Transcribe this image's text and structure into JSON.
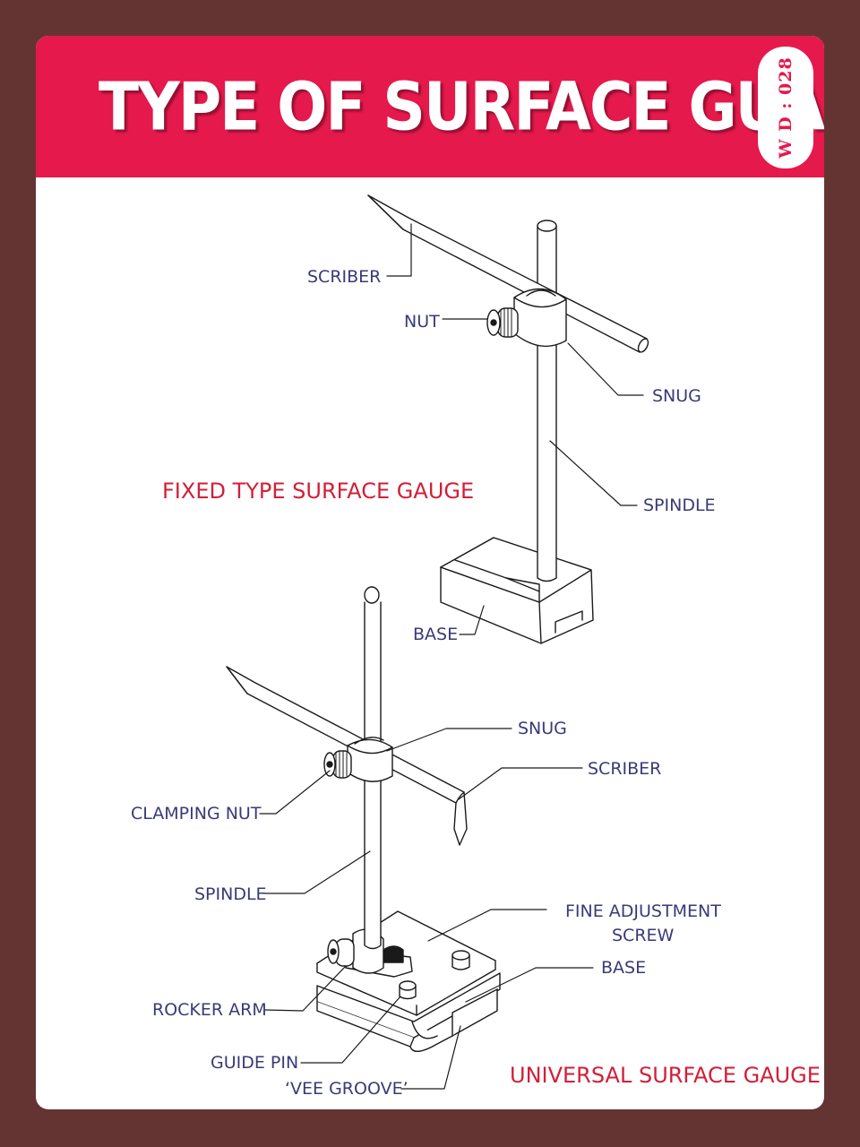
{
  "header": {
    "title": "TYPE OF SURFACE GUAGE",
    "code": "W D : 028"
  },
  "fixed_gauge": {
    "caption": "FIXED TYPE SURFACE GAUGE",
    "labels": {
      "scriber": "SCRIBER",
      "nut": "NUT",
      "snug": "SNUG",
      "spindle": "SPINDLE",
      "base": "BASE"
    }
  },
  "universal_gauge": {
    "caption": "UNIVERSAL SURFACE GAUGE",
    "labels": {
      "snug": "SNUG",
      "scriber": "SCRIBER",
      "clamping_nut": "CLAMPING NUT",
      "spindle": "SPINDLE",
      "fine_adjustment_1": "FINE ADJUSTMENT",
      "fine_adjustment_2": "SCREW",
      "base": "BASE",
      "rocker_arm": "ROCKER ARM",
      "guide_pin": "GUIDE PIN",
      "vee_groove": "‘VEE GROOVE’"
    }
  },
  "colors": {
    "background": "#643432",
    "header": "#e5194b",
    "label": "#3a3a78",
    "caption": "#d21f38"
  }
}
